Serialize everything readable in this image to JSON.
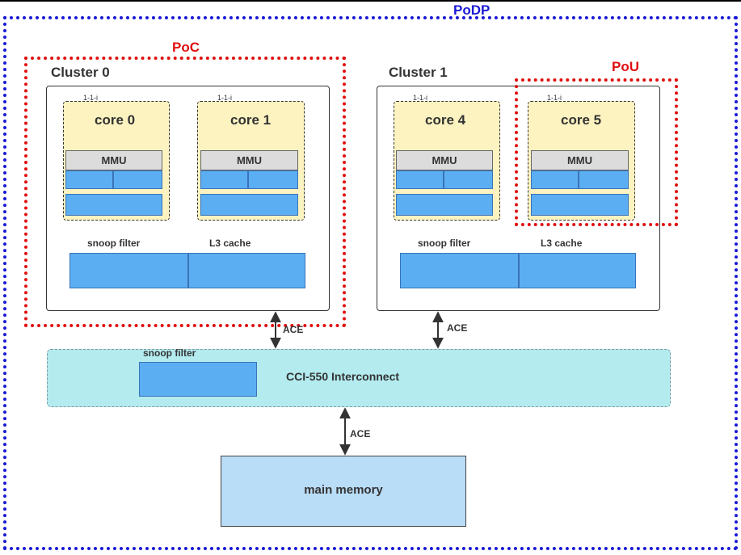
{
  "regions": {
    "podp": "PoDP",
    "poc": "PoC",
    "pou": "PoU"
  },
  "clusters": [
    {
      "title": "Cluster 0",
      "cores": [
        {
          "label": "core 0",
          "tag": "1-1-i",
          "mmu": "MMU"
        },
        {
          "label": "core 1",
          "tag": "1-1-i",
          "mmu": "MMU"
        }
      ],
      "snoop_filter_label": "snoop filter",
      "l3_label": "L3 cache"
    },
    {
      "title": "Cluster 1",
      "cores": [
        {
          "label": "core 4",
          "tag": "1-1-i",
          "mmu": "MMU"
        },
        {
          "label": "core 5",
          "tag": "1-1-i",
          "mmu": "MMU"
        }
      ],
      "snoop_filter_label": "snoop filter",
      "l3_label": "L3 cache"
    }
  ],
  "interconnect": {
    "label": "CCI-550  Interconnect",
    "snoop_filter_label": "snoop filter"
  },
  "memory": {
    "label": "main memory"
  },
  "links": {
    "ace_label": "ACE"
  },
  "colors": {
    "podp_border": "#1a1ad6",
    "poc_pou_border": "#e01010",
    "core_fill": "#fcf3c1",
    "cache_block": "#5caef2",
    "interconnect_fill": "#b3ebef",
    "memory_fill": "#b9dcf7"
  }
}
